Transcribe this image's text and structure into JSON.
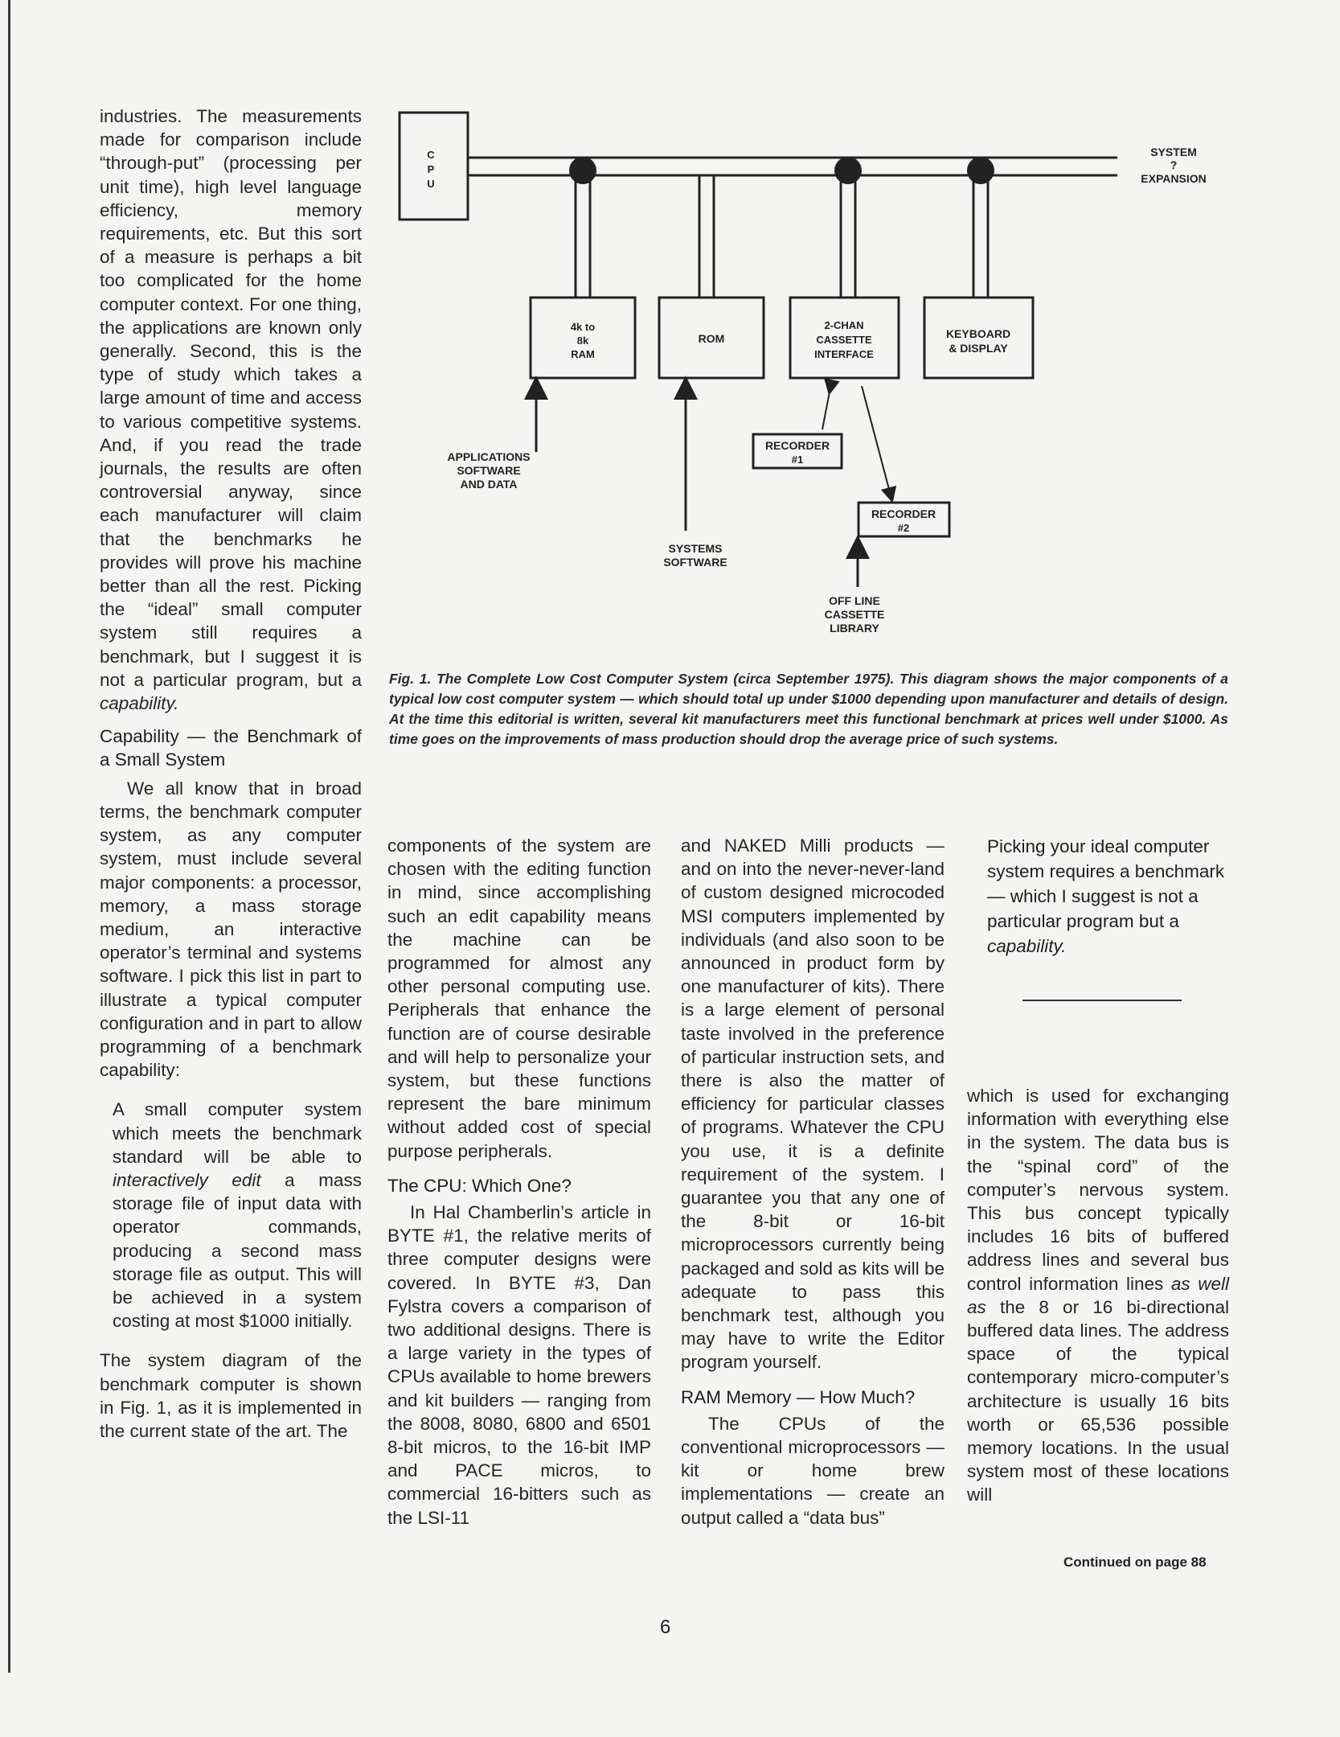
{
  "page_number": "6",
  "columns": {
    "left_top": "industries. The measurements made for comparison include “through-put” (processing per unit time), high level language efficiency, memory requirements, etc. But this sort of a measure is perhaps a bit too complicated for the home computer context. For one thing, the applications are known only generally. Second, this is the type of study which takes a large amount of time and access to various competitive systems. And, if you read the trade journals, the results are often controversial anyway, since each manufacturer will claim that the benchmarks he provides will prove his machine better than all the rest. Picking the “ideal” small computer system still requires a benchmark, but I suggest it is not a particular program, but a",
    "left_top_italic": "capability.",
    "heading_capability": "Capability — the Benchmark of a Small System",
    "left_para2": "We all know that in broad terms, the benchmark computer system, as any computer system, must include several major components: a processor, memory, a mass storage medium, an interactive operator’s terminal and systems software. I pick this list in part to illustrate a typical computer configuration and in part to allow programming of a benchmark capability:",
    "box_pre": "A small computer system which meets the benchmark standard will be able to",
    "box_italic": "interactively edit",
    "box_post": "a mass storage file of input data with operator commands, producing a second mass storage file as output. This will be achieved in a system costing at most $1000 initially.",
    "left_para3": "The system diagram of the benchmark computer is shown in Fig. 1, as it is implemented in the current state of the art. The",
    "col2_para1": "components of the system are chosen with the editing function in mind, since accomplishing such an edit capability means the machine can be programmed for almost any other personal computing use. Peripherals that enhance the function are of course desirable and will help to personalize your system, but these functions represent the bare minimum without added cost of special purpose peripherals.",
    "heading_cpu": "The CPU: Which One?",
    "col2_para2": "In Hal Chamberlin’s article in BYTE #1, the relative merits of three computer designs were covered. In BYTE #3, Dan Fylstra covers a comparison of two additional designs. There is a large variety in the types of CPUs available to home brewers and kit builders — ranging from the 8008, 8080, 6800 and 6501 8-bit micros, to the 16-bit IMP and PACE micros, to commercial 16-bitters such as the LSI-11",
    "col3_para1": "and NAKED Milli products — and on into the never-never-land of custom designed microcoded MSI computers implemented by individuals (and also soon to be announced in product form by one manufacturer of kits). There is a large element of personal taste involved in the preference of particular instruction sets, and there is also the matter of efficiency for particular classes of programs. Whatever the CPU you use, it is a definite requirement of the system. I guarantee you that any one of the 8-bit or 16-bit microprocessors currently being packaged and sold as kits will be adequate to pass this benchmark test, although you may have to write the Editor program yourself.",
    "heading_ram": "RAM Memory — How Much?",
    "col3_para2": "The CPUs of the conventional microprocessors — kit or home brew implementations — create an output called a “data bus”",
    "col4_para1": "which is used for exchanging information with everything else in the system. The data bus is the “spinal cord” of the computer’s nervous system. This bus concept typically includes 16 bits of buffered address lines and several bus control information lines",
    "col4_italic": "as well as",
    "col4_para1b": "the 8 or 16 bi-directional buffered data lines. The address space of the typical contemporary micro-computer’s architecture is usually 16 bits worth or 65,536 possible memory locations. In the usual system most of these locations will"
  },
  "pullquote": {
    "text": "Picking your ideal computer system requires a benchmark — which I suggest is not a particular program but a",
    "italic": "capability."
  },
  "continued": "Continued on page 88",
  "caption": "Fig. 1. The Complete Low Cost Computer System (circa September 1975). This diagram shows the major components of a typical low cost computer system — which should total up under $1000 depending upon manufacturer and details of design. At the time this editorial is written, several kit manufacturers meet this functional benchmark at prices well under $1000. As time goes on the improvements of mass production should drop the average price of such systems.",
  "diagram": {
    "cpu": [
      "C",
      "P",
      "U"
    ],
    "system_expansion": [
      "SYSTEM",
      "?",
      "EXPANSION"
    ],
    "ram": [
      "4k to",
      "8k",
      "RAM"
    ],
    "rom": "ROM",
    "cassette": [
      "2-CHAN",
      "CASSETTE",
      "INTERFACE"
    ],
    "keyboard": [
      "KEYBOARD",
      "& DISPLAY"
    ],
    "recorder1": [
      "RECORDER",
      "#1"
    ],
    "recorder2": [
      "RECORDER",
      "#2"
    ],
    "applications": [
      "APPLICATIONS",
      "SOFTWARE",
      "AND DATA"
    ],
    "systems_software": [
      "SYSTEMS",
      "SOFTWARE"
    ],
    "offline": [
      "OFF LINE",
      "CASSETTE",
      "LIBRARY"
    ]
  }
}
